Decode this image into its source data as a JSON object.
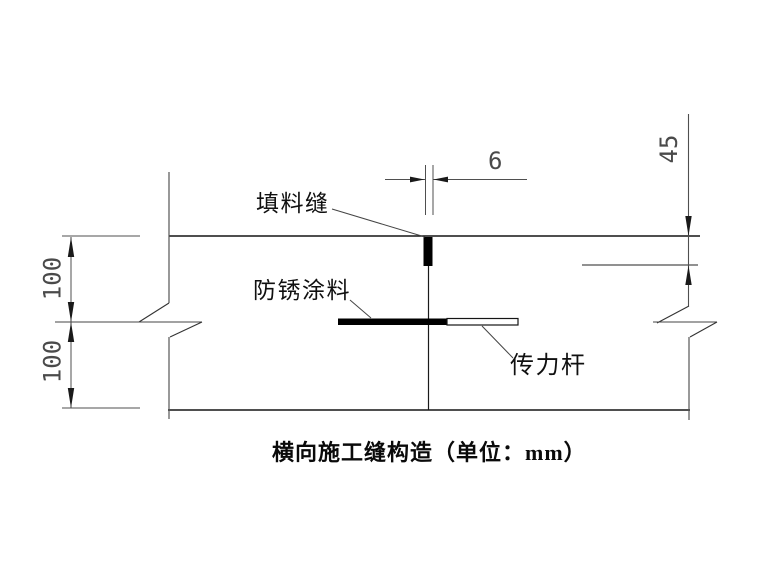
{
  "figure": {
    "caption": "横向施工缝构造（单位：mm）",
    "labels": {
      "filler_joint": "填料缝",
      "anti_rust_coating": "防锈涂料",
      "dowel_bar": "传力杆"
    },
    "dimensions": {
      "joint_width_mm": "6",
      "sealant_depth_mm": "45",
      "upper_slab_mm": "100",
      "lower_slab_mm": "100"
    },
    "unit": "mm",
    "colors": {
      "structure_line": "#151515",
      "dimension_line": "#4f4f4f",
      "solid_fill": "#000000",
      "background": "#ffffff"
    }
  }
}
